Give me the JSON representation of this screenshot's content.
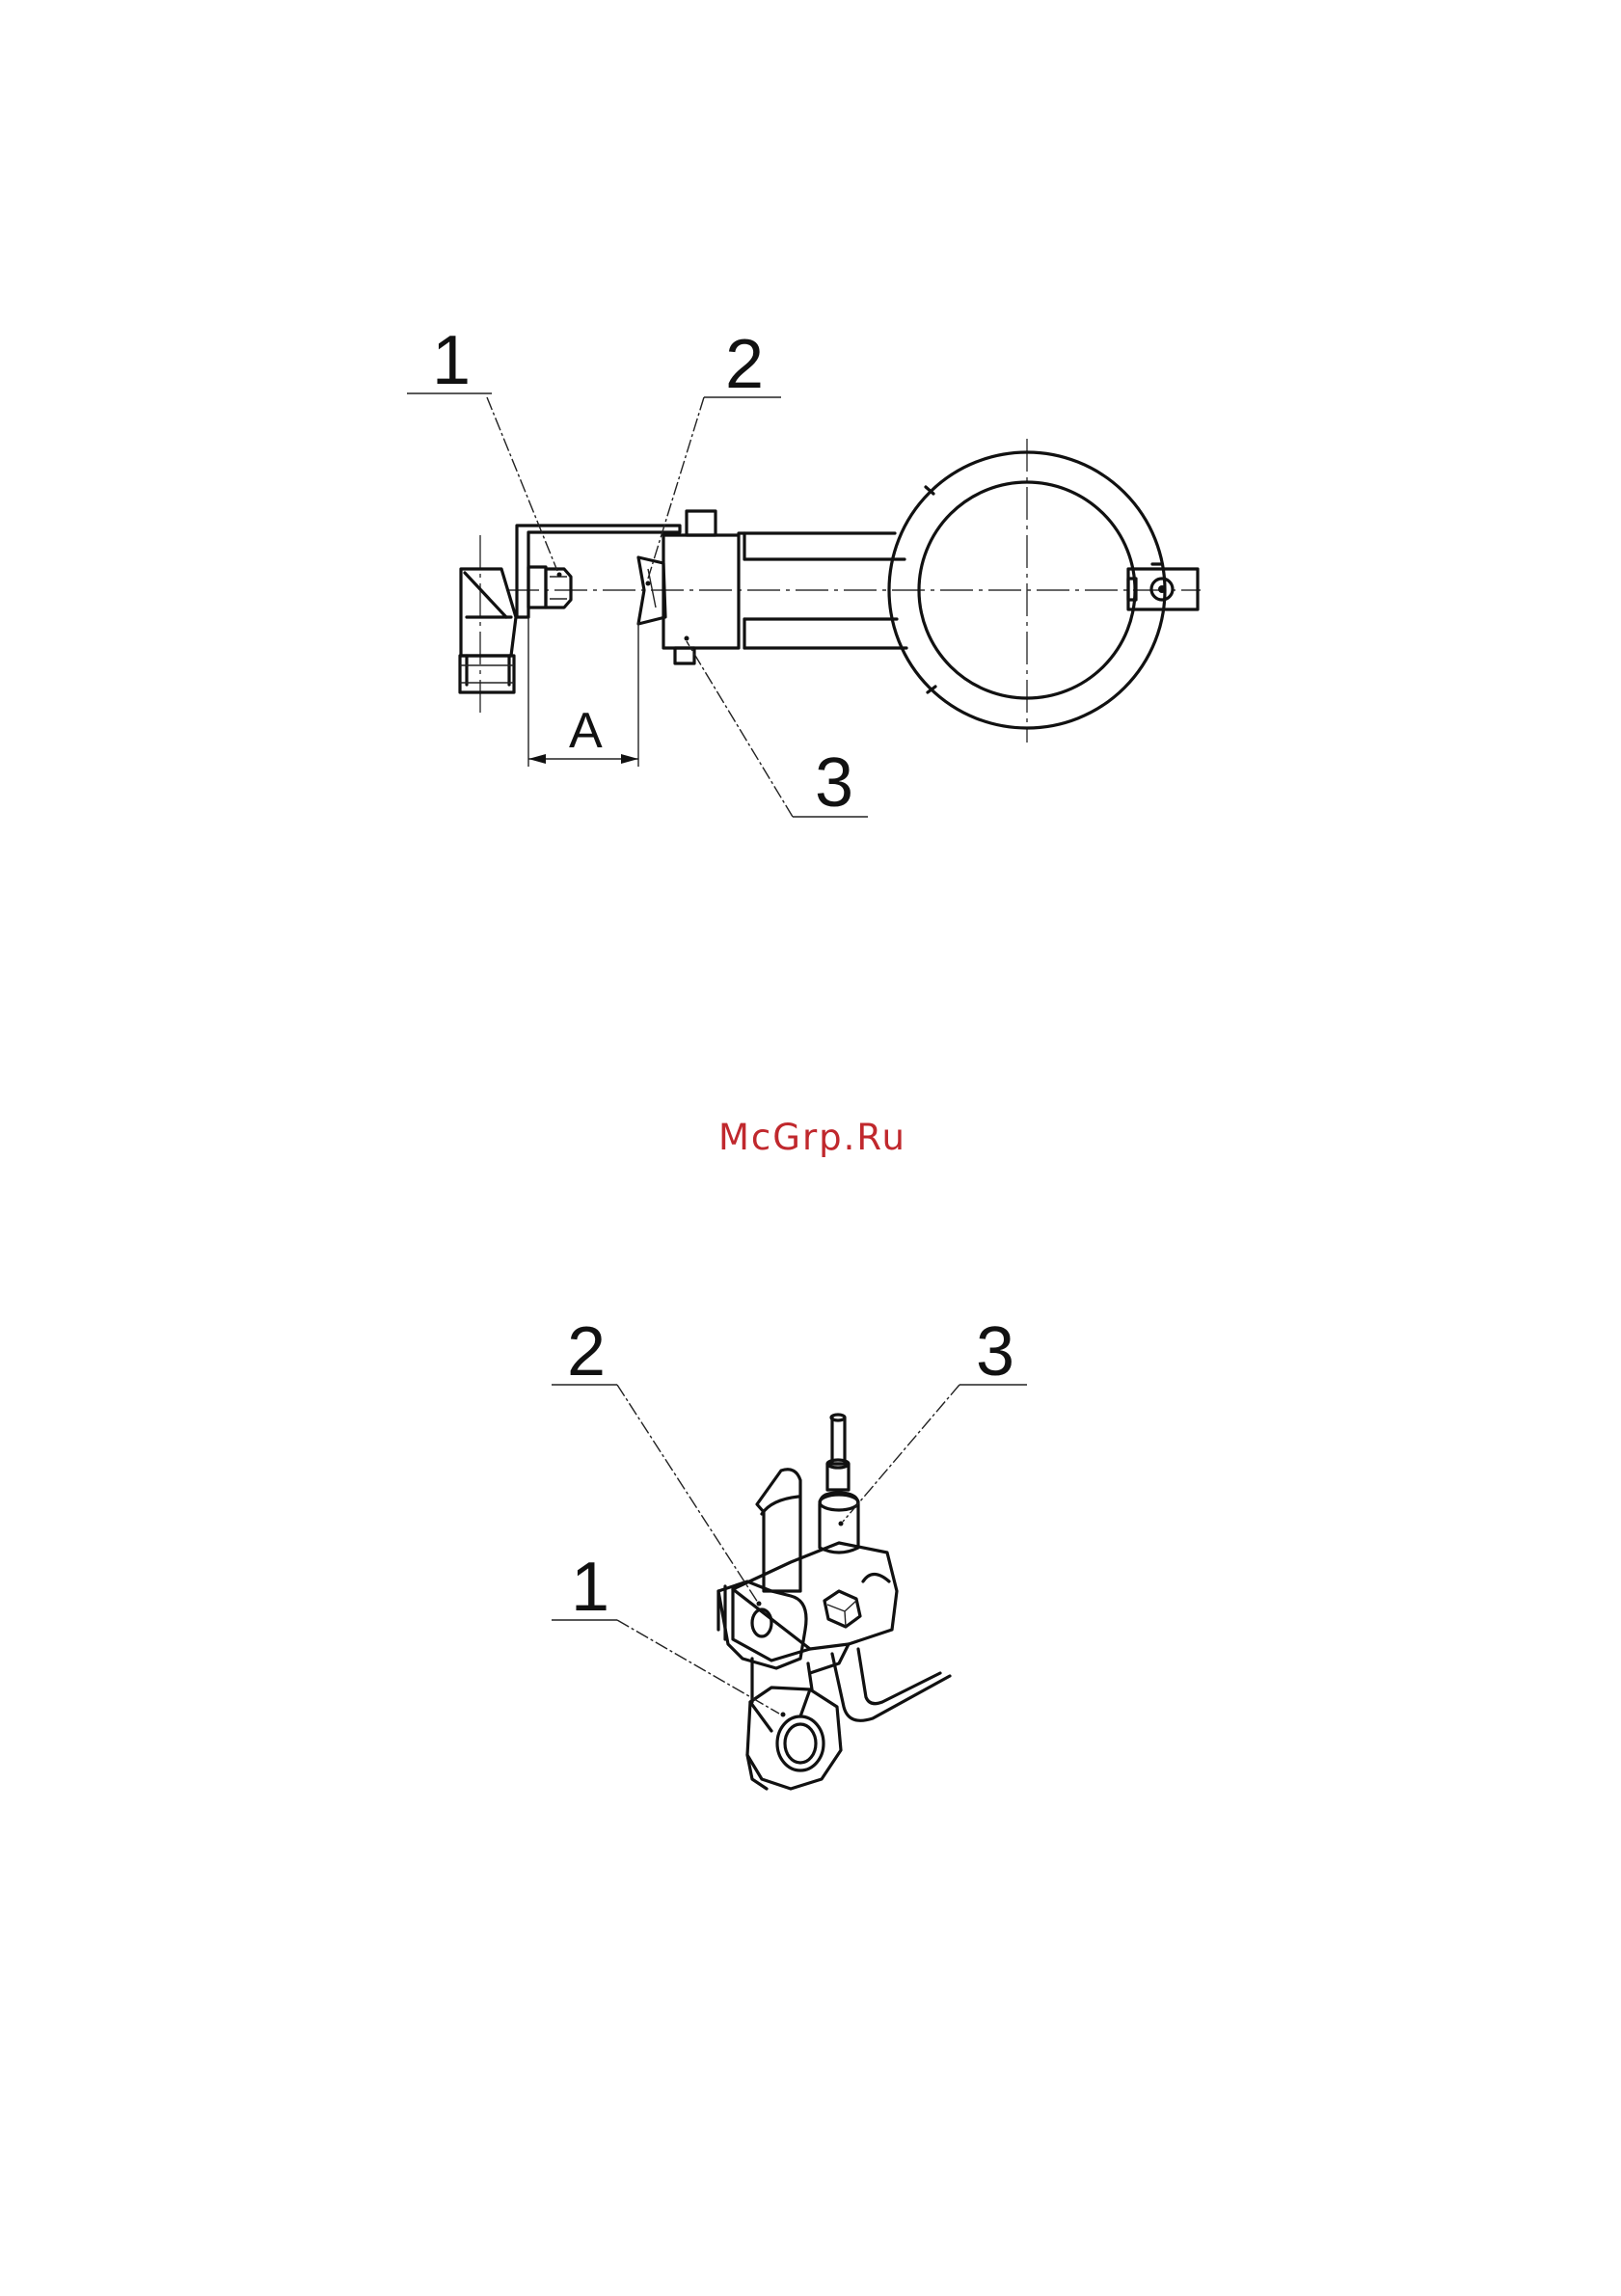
{
  "top_view": {
    "callout_1": "1",
    "callout_2": "2",
    "callout_3": "3",
    "dimension_label": "A"
  },
  "iso_view": {
    "callout_1": "1",
    "callout_2": "2",
    "callout_3": "3"
  },
  "watermark": "McGrp.Ru",
  "colors": {
    "line": "#111111",
    "watermark": "#c0282d"
  }
}
